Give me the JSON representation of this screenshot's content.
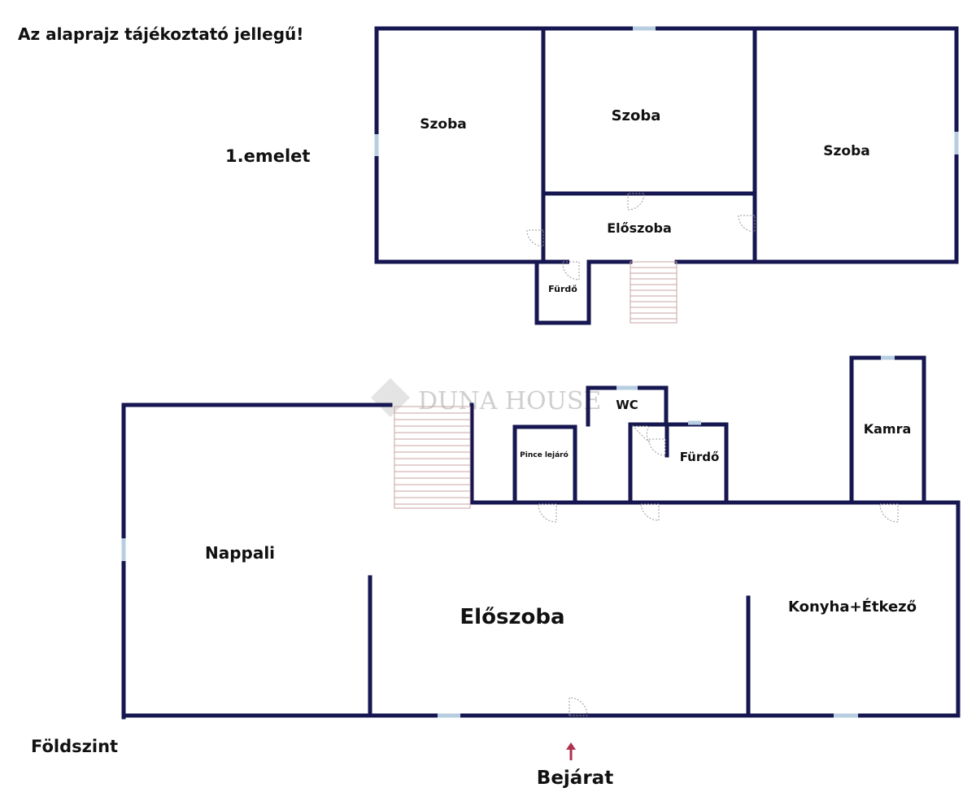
{
  "notice": "Az alaprajz tájékoztató jellegű!",
  "upper_floor": {
    "title": "1.emelet",
    "rooms": [
      "Szoba",
      "Szoba",
      "Szoba",
      "Előszoba",
      "Fürdő"
    ]
  },
  "ground_floor": {
    "title": "Földszint",
    "rooms": [
      "Nappali",
      "Előszoba",
      "Konyha+Étkező",
      "Pince lejáró",
      "WC",
      "Fürdő",
      "Kamra"
    ],
    "entrance": "Bejárat"
  },
  "watermark": "DUNA HOUSE",
  "colors": {
    "wall": "#161650",
    "window": "#b7cde0",
    "stairs": "#c9a3a3",
    "entrance_arrow": "#b03050"
  }
}
